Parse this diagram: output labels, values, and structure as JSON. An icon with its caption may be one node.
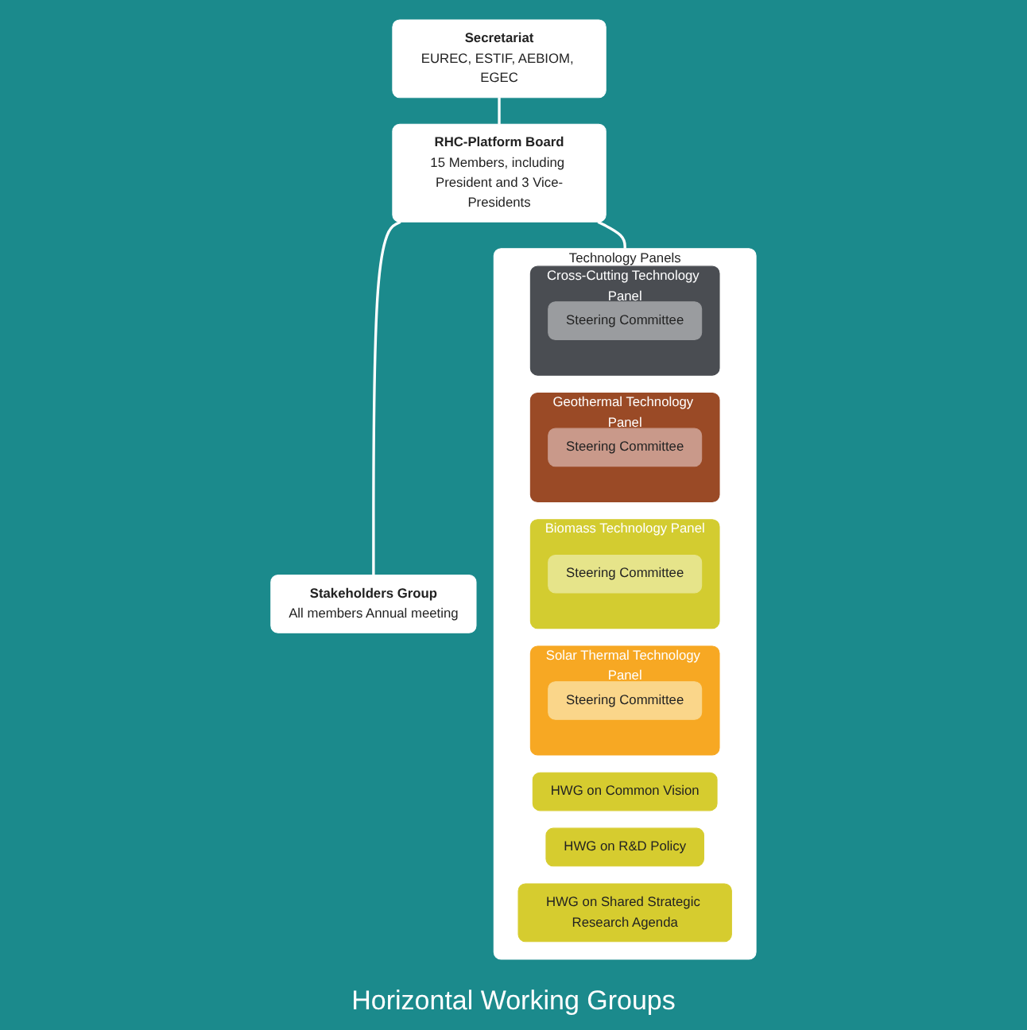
{
  "diagram": {
    "nodes": [
      {
        "text": [
          "Secretariat",
          "EUREC, ESTIF, AEBIOM, EGEC"
        ]
      },
      {
        "text": [
          "RHC-Platform Board",
          "15 Members, including President and 3 Vice-Presidents"
        ]
      },
      {
        "text": [
          "Stakeholders Group",
          "All members Annual meeting"
        ]
      },
      {
        "text": [
          "Technology Panels"
        ]
      },
      {
        "text": [
          "Solar Thermal Technology Panel"
        ],
        "in": 3
      },
      {
        "text": [
          "Steering Committee"
        ],
        "in": 4
      },
      {
        "text": [
          "Biomass Technology Panel"
        ],
        "in": 3
      },
      {
        "text": [
          "Steering Committee"
        ],
        "in": 6
      },
      {
        "text": [
          "Geothermal Technology Panel"
        ],
        "in": 3
      },
      {
        "text": [
          "Steering Committee"
        ],
        "in": 8
      },
      {
        "text": [
          "Cross-Cutting Technology Panel"
        ],
        "in": 3
      },
      {
        "text": [
          "Steering Committee"
        ],
        "in": 10
      },
      {
        "text": [
          "HWG on Common Vision"
        ],
        "in": 3
      },
      {
        "text": [
          "HWG on R&D Policy"
        ],
        "in": 3
      },
      {
        "text": [
          "HWG on Shared Strategic Research Agenda"
        ],
        "in": 3
      }
    ],
    "edges": [
      {
        "from": 0,
        "to": 1,
        "arrow": "none"
      },
      {
        "from": 1,
        "to": 2,
        "arrow": "none"
      },
      {
        "from": 1,
        "to": 3,
        "arrow": "none"
      }
    ],
    "labels": [
      "Horizontal Working Groups"
    ]
  }
}
